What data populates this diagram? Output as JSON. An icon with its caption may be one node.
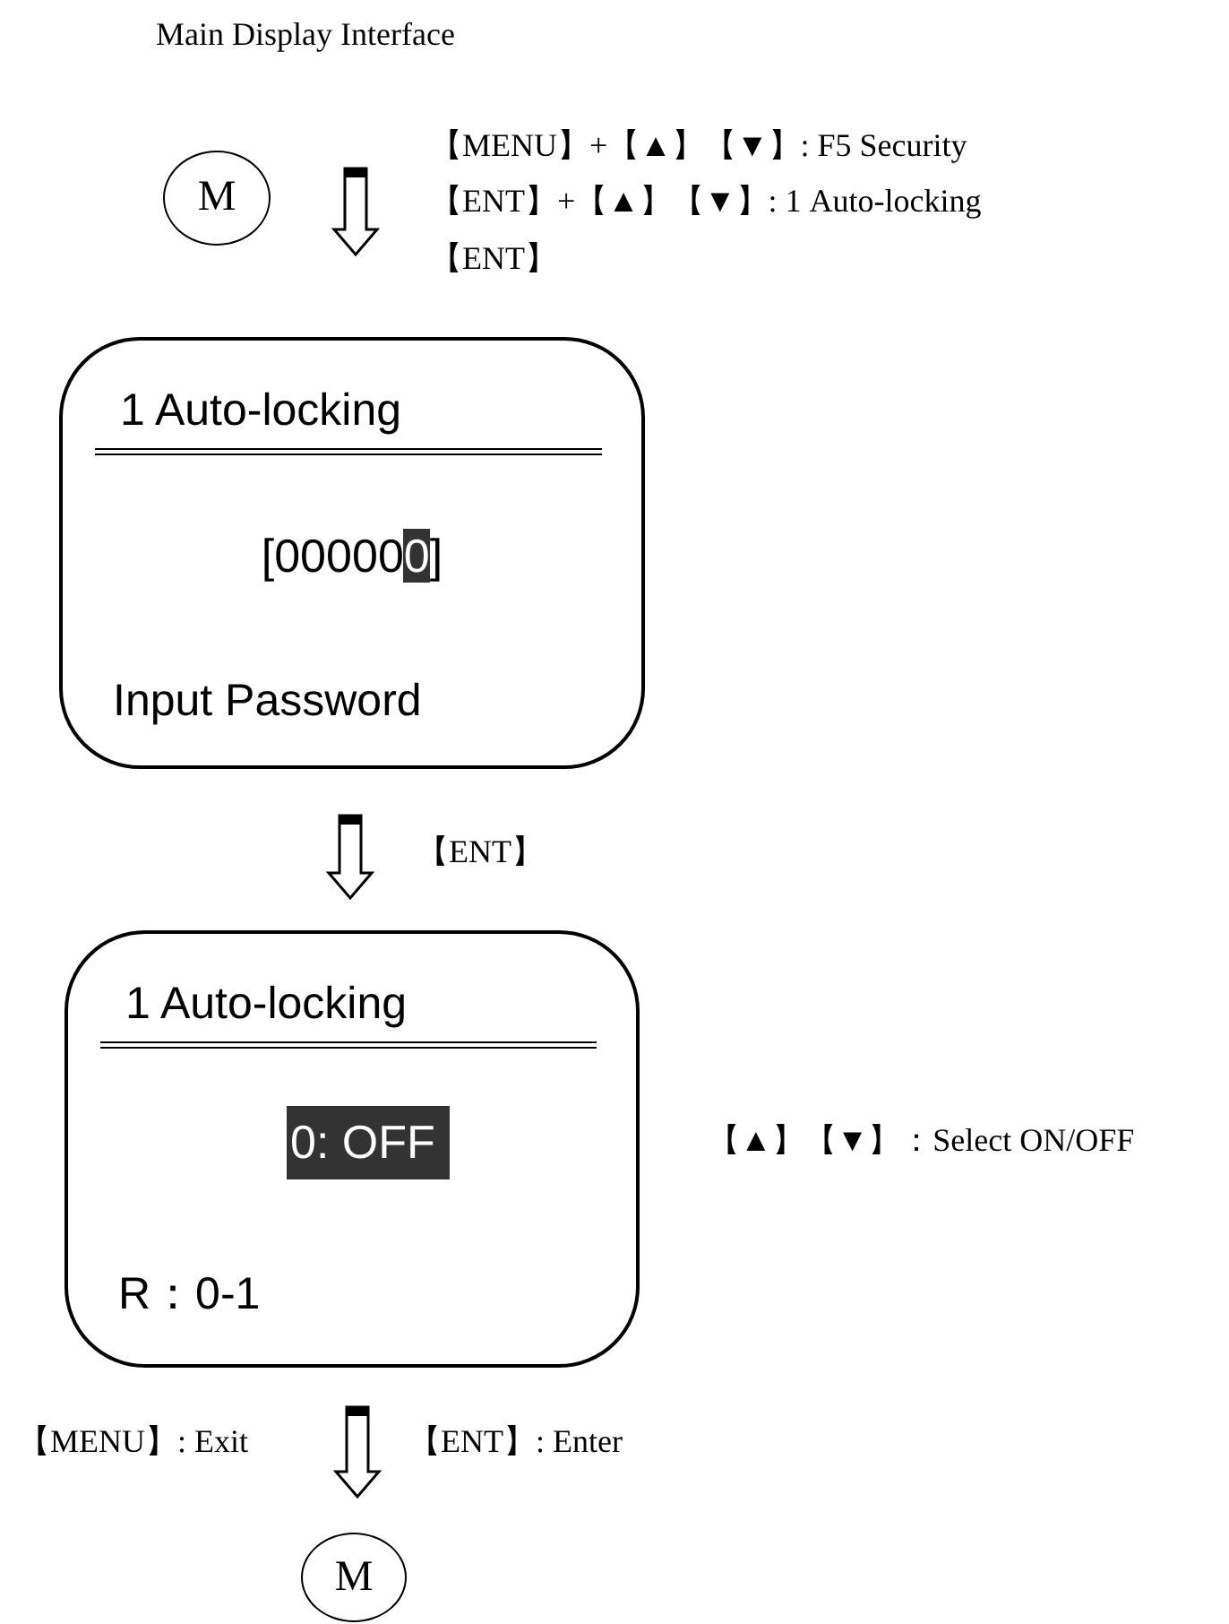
{
  "diagram": {
    "title": "Main Display Interface",
    "nodes": [
      {
        "text": [
          "M"
        ]
      },
      {
        "text": [
          "1 Auto-locking",
          "[000000]",
          "Input Password"
        ]
      },
      {
        "text": [
          "1 Auto-locking",
          "0: OFF",
          "R：0-1"
        ]
      },
      {
        "text": [
          "M"
        ]
      }
    ],
    "edges": [
      {
        "from": 0,
        "to": 1,
        "arrow": "to"
      },
      {
        "from": 1,
        "to": 2,
        "arrow": "to",
        "label": "【ENT】"
      },
      {
        "from": 2,
        "to": 3,
        "arrow": "to"
      }
    ],
    "labels": [
      "【MENU】+【▲】【▼】: F5 Security",
      "【ENT】+【▲】【▼】: 1 Auto-locking",
      "【ENT】",
      "【▲】【▼】：Select ON/OFF",
      "【MENU】: Exit",
      "【ENT】: Enter"
    ]
  }
}
